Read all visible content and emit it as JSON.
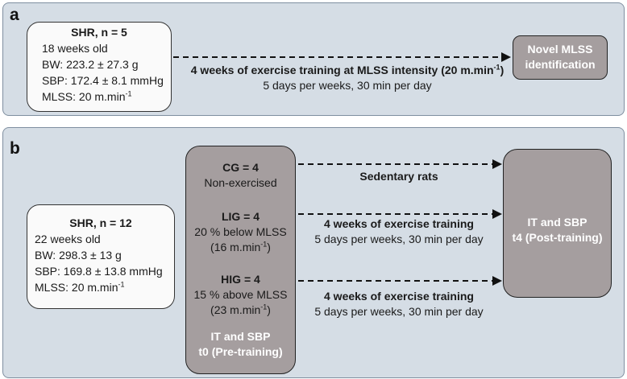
{
  "panel_a": {
    "letter": "a",
    "shr_box": {
      "title": "SHR, n = 5",
      "lines": [
        "18 weeks old",
        "BW: 223.2 ± 27.3 g",
        "SBP: 172.4 ± 8.1 mmHg",
        "MLSS: 20 m.min"
      ],
      "mlss_sup": "-1"
    },
    "arrow_label": {
      "bold": "4 weeks of exercise training  at MLSS intensity (20 m.min",
      "bold_sup": "-1",
      "bold_end": ")",
      "normal": "5 days per weeks, 30 min per day"
    },
    "target_box": {
      "lines": [
        "Novel MLSS",
        "identification"
      ]
    }
  },
  "panel_b": {
    "letter": "b",
    "shr_box": {
      "title": "SHR, n = 12",
      "lines": [
        "22 weeks old",
        "BW: 298.3 ± 13 g",
        "SBP: 169.8 ± 13.8 mmHg",
        "MLSS: 20 m.min"
      ],
      "mlss_sup": "-1"
    },
    "groups_box": {
      "cg_title": "CG = 4",
      "cg_desc": "Non-exercised",
      "lig_title": "LIG = 4",
      "lig_desc": "20 % below MLSS",
      "lig_speed": "(16 m.min",
      "lig_sup": "-1",
      "lig_end": ")",
      "hig_title": "HIG = 4",
      "hig_desc": "15 % above MLSS",
      "hig_speed": "(23 m.min",
      "hig_sup": "-1",
      "hig_end": ")",
      "pre_line1": "IT and SBP",
      "pre_line2": "t0 (Pre-training)"
    },
    "arrow_labels": [
      {
        "bold": "Sedentary rats",
        "normal": ""
      },
      {
        "bold": "4 weeks of exercise training",
        "normal": "5 days per weeks, 30 min per day"
      },
      {
        "bold": "4 weeks of exercise training",
        "normal": "5 days per weeks, 30 min per day"
      }
    ],
    "post_box": {
      "line1": "IT and SBP",
      "line2": "t4 (Post-training)"
    }
  },
  "colors": {
    "panel_bg": "#d5dde5",
    "grey_box": "#a59e9f",
    "info_box": "#fafafa"
  }
}
